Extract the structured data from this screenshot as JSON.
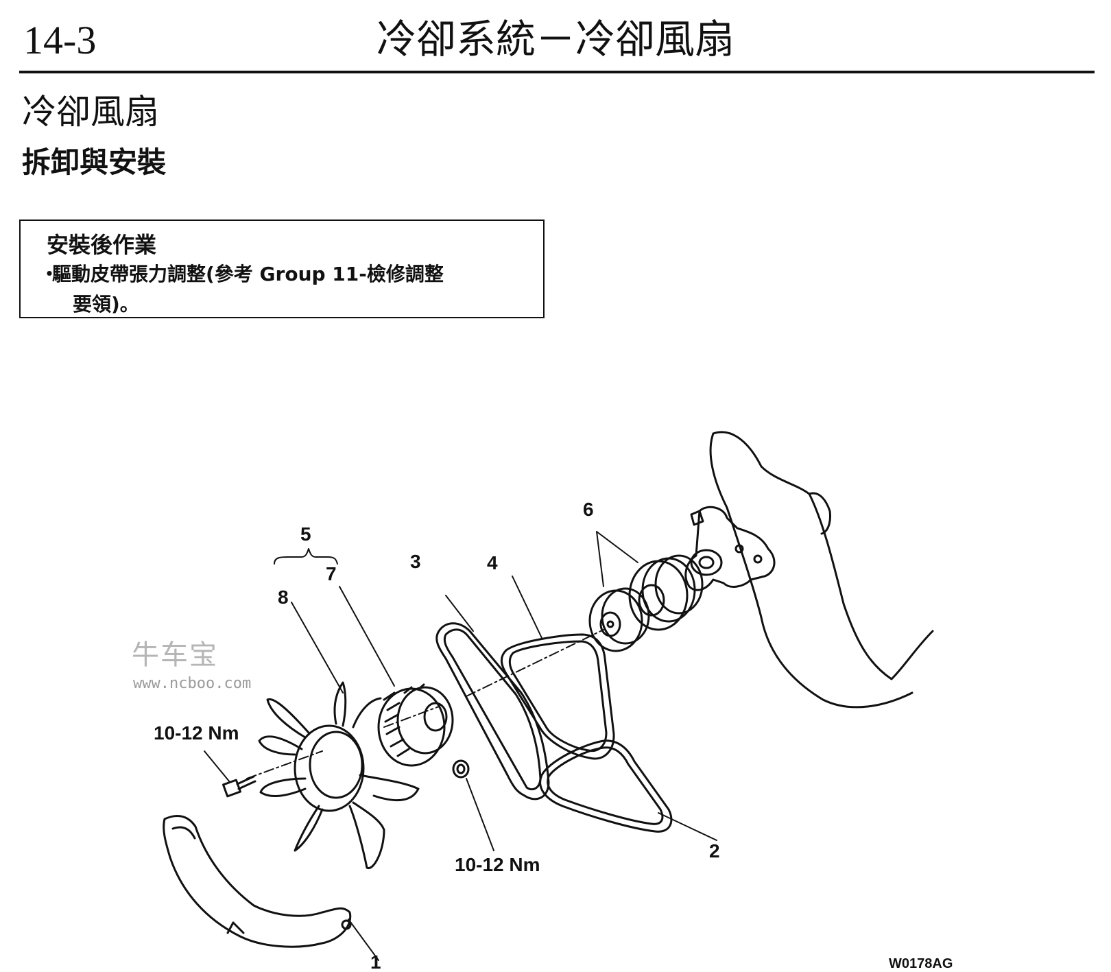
{
  "header": {
    "page_number": "14-3",
    "title": "冷卻系統－冷卻風扇"
  },
  "section_title": "冷卻風扇",
  "subsection_title": "拆卸與安裝",
  "notice": {
    "heading": "安裝後作業",
    "bullet": "・",
    "line1": "驅動皮帶張力調整(參考 Group 11-檢修調整",
    "line2": "要領)。"
  },
  "diagram": {
    "callouts": [
      "1",
      "2",
      "3",
      "4",
      "5",
      "6",
      "7",
      "8"
    ],
    "torque_fan_bolt": "10-12 Nm",
    "torque_nut": "10-12 Nm",
    "figure_code": "W0178AG"
  },
  "watermark": {
    "brand": "牛车宝",
    "url": "www.ncboo.com"
  }
}
